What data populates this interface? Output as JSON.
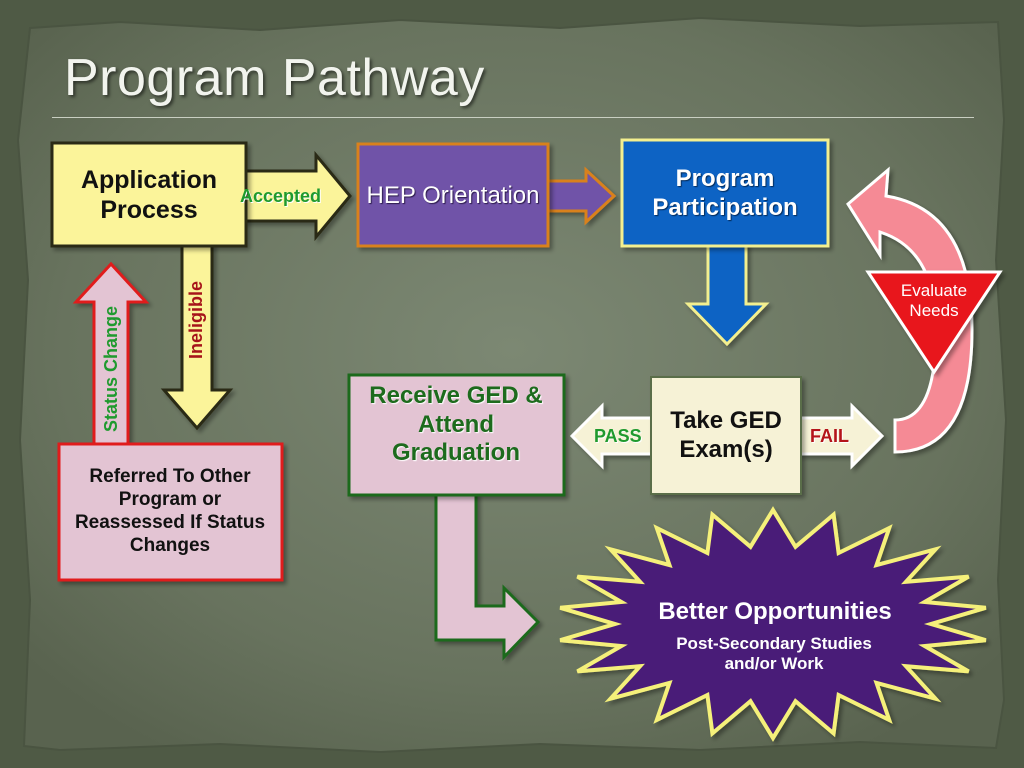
{
  "slide": {
    "title": "Program Pathway"
  },
  "nodes": {
    "application": "Application Process",
    "hep": "HEP Orientation",
    "program": "Program Participation",
    "take_ged": "Take GED Exam(s)",
    "receive_ged": "Receive GED & Attend Graduation",
    "referred": "Referred To Other Program or Reassessed If Status Changes",
    "better_title": "Better Opportunities",
    "better_sub": "Post-Secondary Studies and/or Work",
    "evaluate": "Evaluate Needs"
  },
  "edges": {
    "accepted": "Accepted",
    "ineligible": "Ineligible",
    "status_change": "Status Change",
    "pass": "PASS",
    "fail": "FAIL"
  },
  "colors": {
    "background": "#5f6b55",
    "yellow": "#fbf49a",
    "purple": "#6f52a8",
    "blue": "#0a63c4",
    "cream": "#f6f2d6",
    "pink": "#e3c4d3",
    "red_border": "#e01b1b",
    "green_border": "#1d6b1d",
    "burst": "#4a1f78",
    "burst_border": "#f5f07a",
    "evaluate_red": "#e8151b",
    "loop_pink": "#f58a95"
  }
}
